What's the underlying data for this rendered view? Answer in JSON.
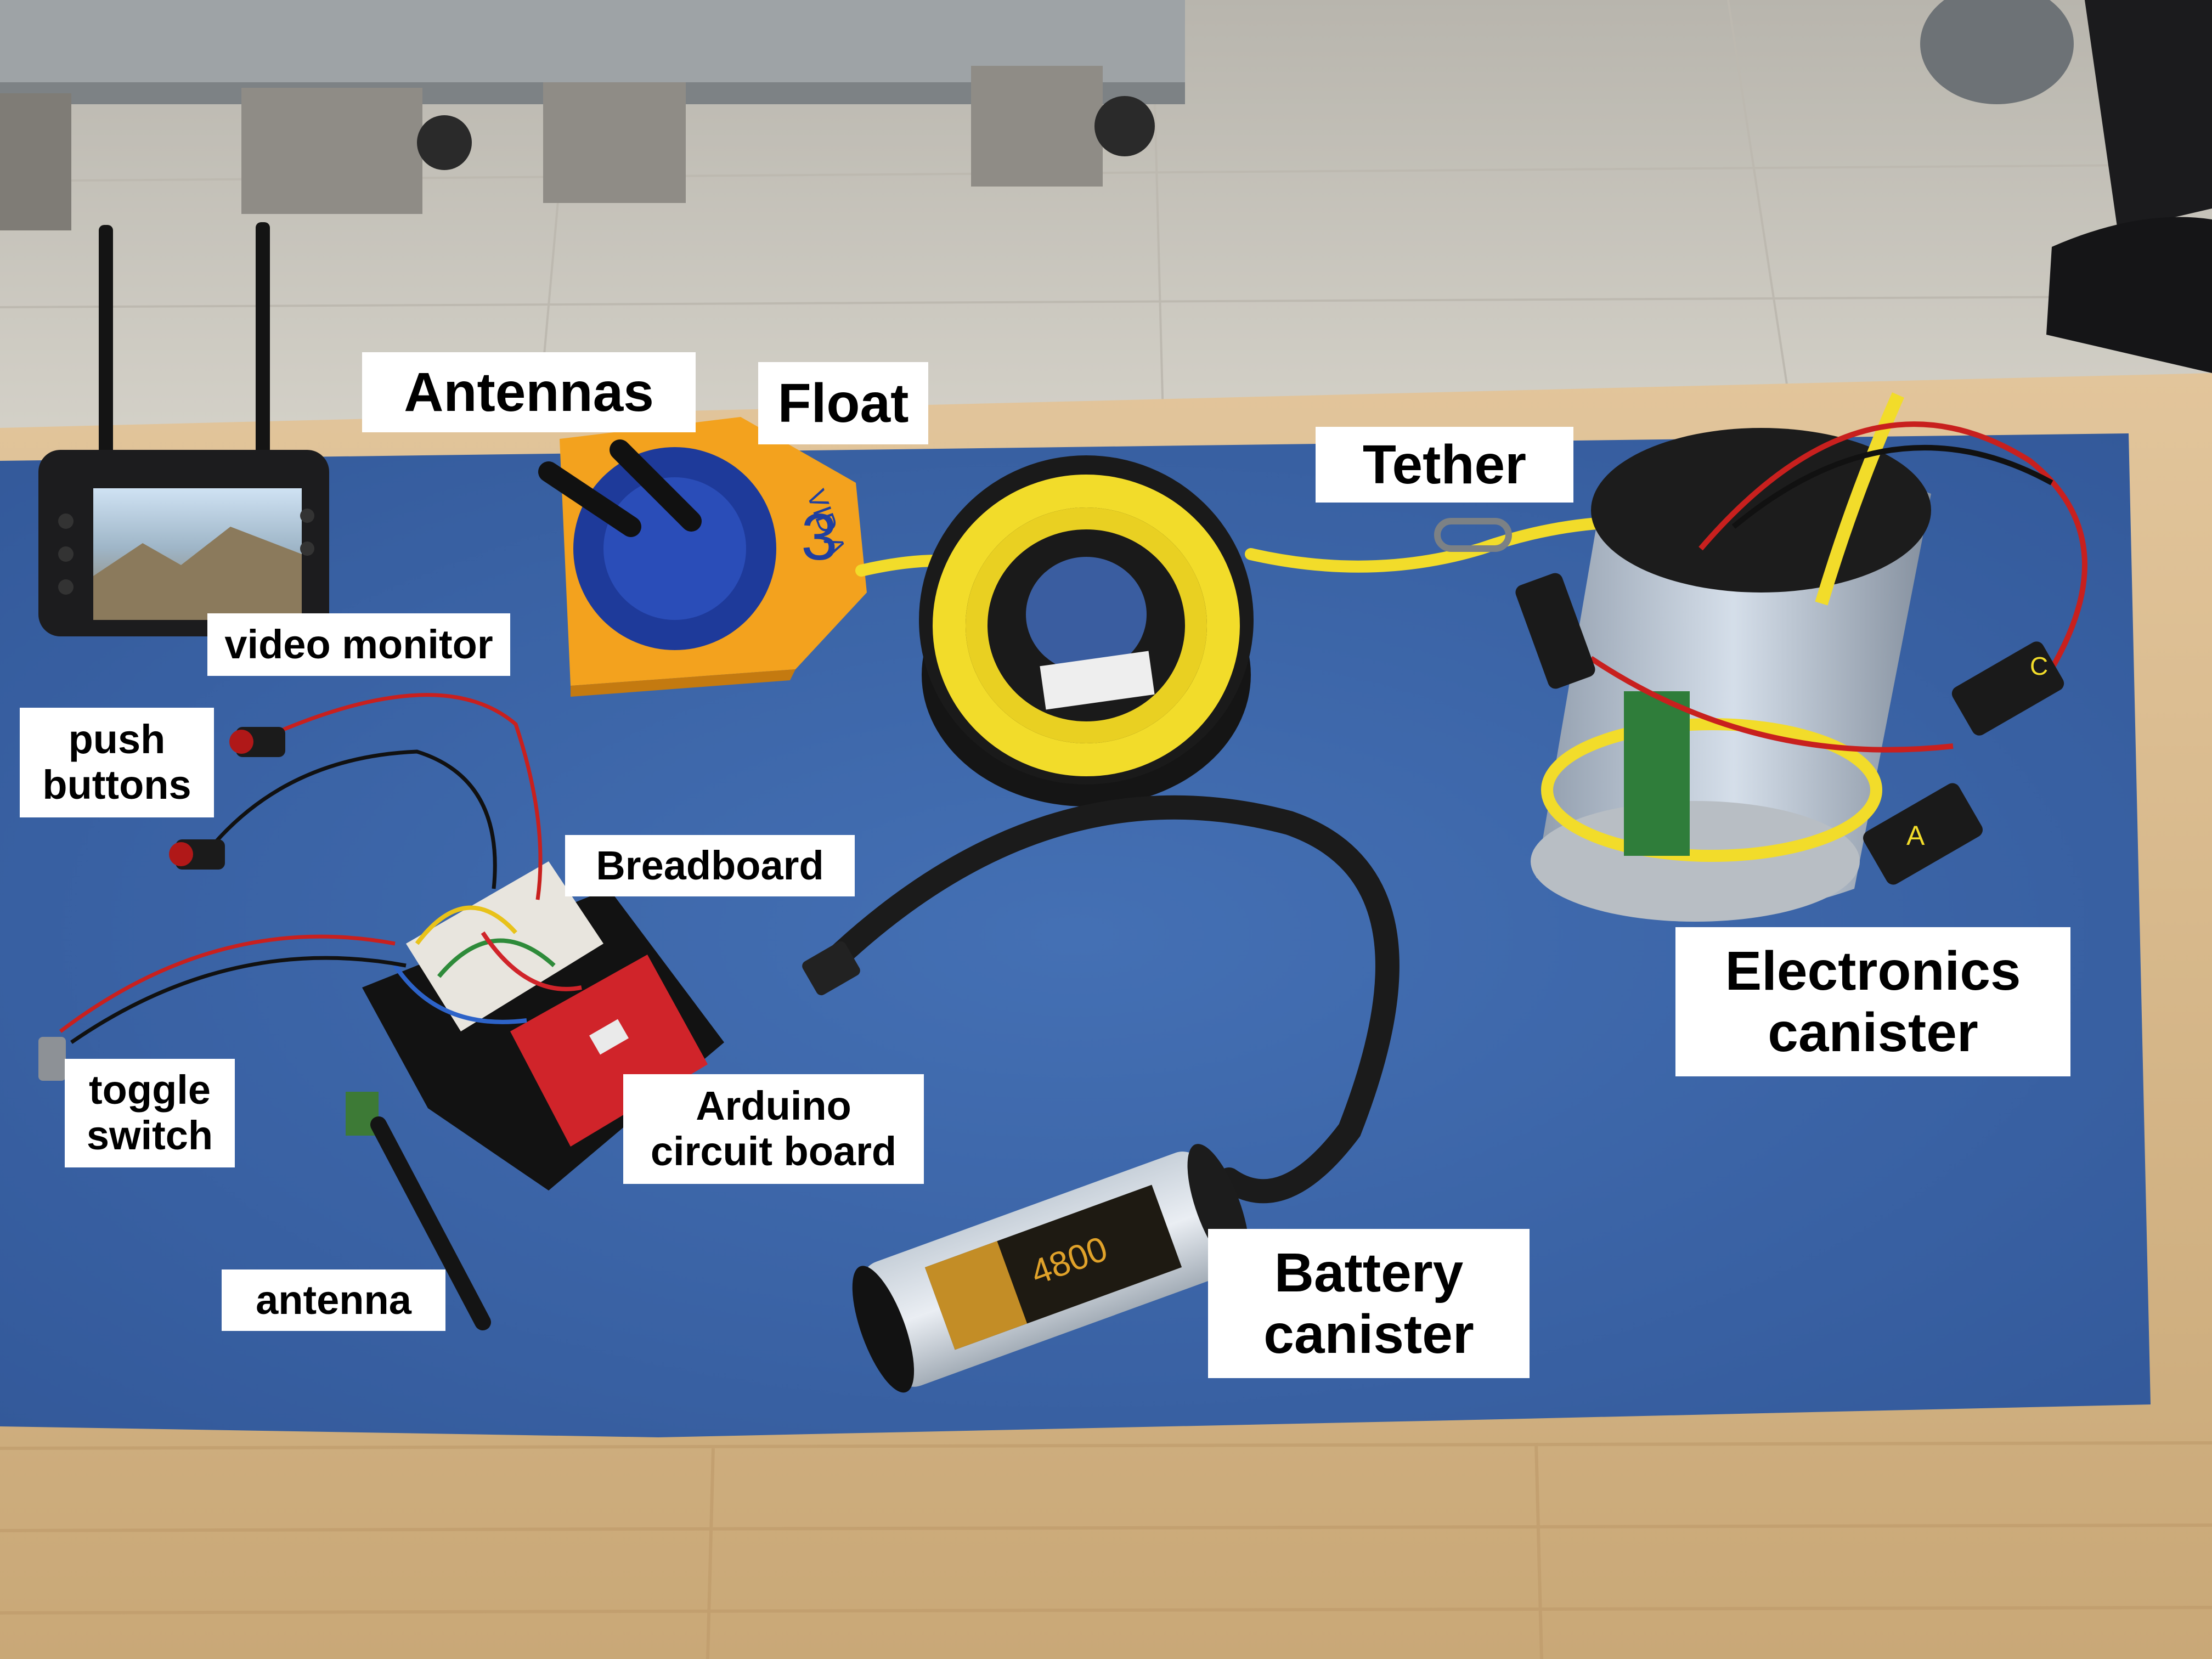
{
  "labels": {
    "antennas": [
      "Antennas"
    ],
    "float": [
      "Float"
    ],
    "tether": [
      "Tether"
    ],
    "video_monitor": [
      "video monitor"
    ],
    "push_buttons": [
      "push",
      "buttons"
    ],
    "breadboard": [
      "Breadboard"
    ],
    "toggle_switch": [
      "toggle",
      "switch"
    ],
    "arduino": [
      "Arduino",
      "circuit board"
    ],
    "antenna": [
      "antenna"
    ],
    "electronics_canister": [
      "Electronics",
      "canister"
    ],
    "battery_canister": [
      "Battery",
      "canister"
    ]
  },
  "object_text": {
    "float_marking": "3",
    "float_side_text": "VID A",
    "battery_label": "4800",
    "plug_tag_a": "A",
    "plug_tag_c": "C"
  },
  "colors": {
    "table_cloth": "#3a64a8",
    "float_orange": "#f3a21e",
    "tether_yellow": "#f2dc2a",
    "wood": "#d8b98d",
    "floor": "#c9c5bd",
    "arduino_red": "#d0242a"
  }
}
